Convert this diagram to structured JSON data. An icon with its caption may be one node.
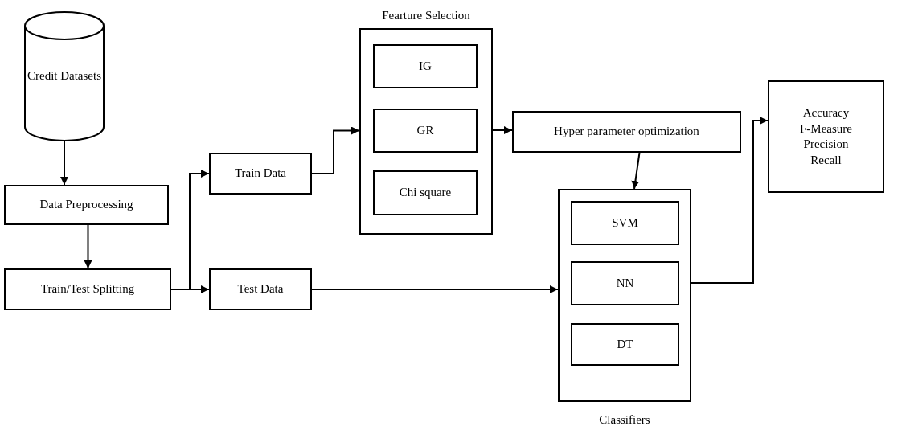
{
  "diagram": {
    "nodes": [
      {
        "text": [
          "Credit Datasets"
        ]
      },
      {
        "text": [
          "Data Preprocessing"
        ]
      },
      {
        "text": [
          "Train/Test Splitting"
        ]
      },
      {
        "text": [
          "Train Data"
        ]
      },
      {
        "text": [
          "Test Data"
        ]
      },
      {
        "text": [
          "Fearture Selection"
        ]
      },
      {
        "text": [
          "IG"
        ],
        "in": 5
      },
      {
        "text": [
          "GR"
        ],
        "in": 5
      },
      {
        "text": [
          "Chi square"
        ],
        "in": 5
      },
      {
        "text": [
          "Hyper parameter optimization"
        ]
      },
      {
        "text": [
          "Classifiers"
        ]
      },
      {
        "text": [
          "SVM"
        ],
        "in": 10
      },
      {
        "text": [
          "NN"
        ],
        "in": 10
      },
      {
        "text": [
          "DT"
        ],
        "in": 10
      },
      {
        "text": [
          "Accuracy",
          "F-Measure",
          "Precision",
          "Recall"
        ]
      }
    ],
    "edges": [
      {
        "from": 0,
        "to": 1,
        "arrow": "to"
      },
      {
        "from": 1,
        "to": 2,
        "arrow": "to"
      },
      {
        "from": 2,
        "to": 3,
        "arrow": "to"
      },
      {
        "from": 2,
        "to": 4,
        "arrow": "to"
      },
      {
        "from": 3,
        "to": 5,
        "arrow": "to"
      },
      {
        "from": 5,
        "to": 9,
        "arrow": "to"
      },
      {
        "from": 9,
        "to": 10,
        "arrow": "to"
      },
      {
        "from": 4,
        "to": 10,
        "arrow": "to"
      },
      {
        "from": 10,
        "to": 14,
        "arrow": "to"
      }
    ]
  }
}
